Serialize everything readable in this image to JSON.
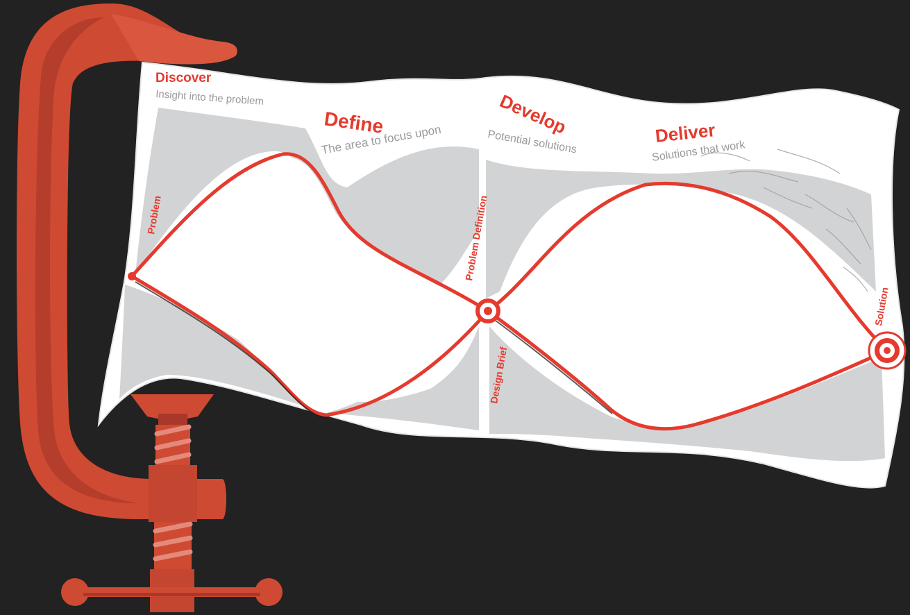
{
  "diagram": {
    "phases": [
      {
        "id": "discover",
        "title": "Discover",
        "subtitle": "Insight into the problem"
      },
      {
        "id": "define",
        "title": "Define",
        "subtitle": "The area to focus upon"
      },
      {
        "id": "develop",
        "title": "Develop",
        "subtitle": "Potential solutions"
      },
      {
        "id": "deliver",
        "title": "Deliver",
        "subtitle": "Solutions that work"
      }
    ],
    "milestones": {
      "problem": "Problem",
      "problem_definition": "Problem Definition",
      "design_brief": "Design Brief",
      "solution": "Solution"
    }
  },
  "colors": {
    "background": "#222222",
    "clamp": "#cf4a33",
    "clamp_shadow": "#a9382a",
    "accent": "#e53a2e",
    "paper": "#ffffff",
    "shade": "#d2d3d4"
  }
}
